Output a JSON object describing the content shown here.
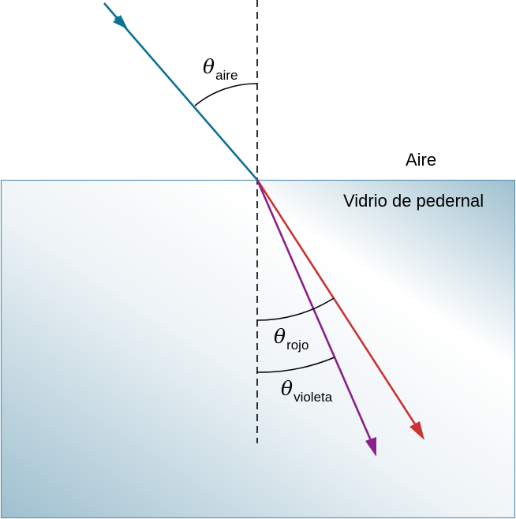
{
  "media": {
    "upper": "Aire",
    "lower": "Vidrio de pedernal"
  },
  "angles": {
    "incident": {
      "symbol": "θ",
      "subscript": "aire"
    },
    "red": {
      "symbol": "θ",
      "subscript": "rojo"
    },
    "violet": {
      "symbol": "θ",
      "subscript": "violeta"
    }
  },
  "colors": {
    "incident_ray": "#0e7197",
    "red_ray": "#cc3333",
    "violet_ray": "#8b1f8b",
    "glass_dark": "#9fc0cf",
    "glass_light": "#ffffff",
    "glass_border": "#5f97b0",
    "normal_line": "#000000"
  }
}
